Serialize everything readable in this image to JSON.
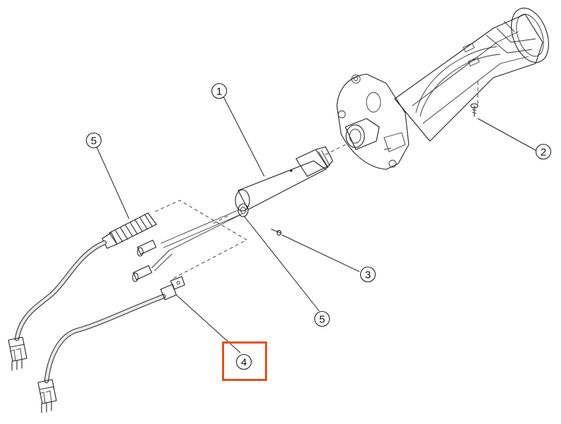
{
  "callouts": [
    {
      "id": "1",
      "label": "1"
    },
    {
      "id": "2",
      "label": "2"
    },
    {
      "id": "3",
      "label": "3"
    },
    {
      "id": "4",
      "label": "4"
    },
    {
      "id": "5a",
      "label": "5"
    },
    {
      "id": "5b",
      "label": "5"
    }
  ],
  "highlight": {
    "target": "4",
    "color": "#e0521a"
  },
  "colors": {
    "line": "#222222",
    "part_fill": "#ececec",
    "shade": "#8a8a8a",
    "accent": "#e0521a"
  }
}
